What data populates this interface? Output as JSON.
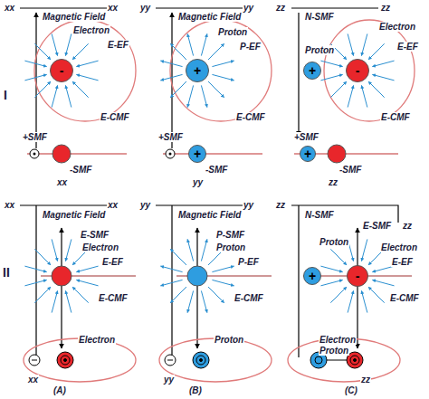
{
  "diagram": {
    "nodes": [
      {
        "text": [
          "-"
        ]
      },
      {
        "text": [
          "+"
        ]
      },
      {
        "text": [
          "+"
        ]
      },
      {
        "text": [
          "-"
        ]
      },
      {
        "text": [
          "+"
        ]
      },
      {
        "text": [
          "+"
        ]
      },
      {
        "text": [
          "+"
        ]
      },
      {
        "text": [
          "-"
        ]
      }
    ],
    "labels": [
      "I",
      "xx",
      "xx",
      "Magnetic Field",
      "Electron",
      "E-EF",
      "E-CMF",
      "+SMF",
      "-SMF",
      "xx",
      "yy",
      "yy",
      "Magnetic Field",
      "Proton",
      "P-EF",
      "E-CMF",
      "+SMF",
      "-SMF",
      "yy",
      "zz",
      "zz",
      "N-SMF",
      "Proton",
      "Electron",
      "E-EF",
      "E-CMF",
      "+SMF",
      "-SMF",
      "zz",
      "II",
      "xx",
      "xx",
      "Magnetic Field",
      "E-SMF",
      "Electron",
      "E-EF",
      "E-CMF",
      "Electron",
      "xx",
      "yy",
      "yy",
      "Magnetic Field",
      "P-SMF",
      "Proton",
      "P-EF",
      "E-CMF",
      "Proton",
      "yy",
      "zz",
      "N-SMF",
      "E-SMF",
      "zz",
      "Proton",
      "Electron",
      "E-EF",
      "E-CMF",
      "Electron",
      "Proton",
      "zz",
      "(A)",
      "(B)",
      "(C)"
    ]
  }
}
